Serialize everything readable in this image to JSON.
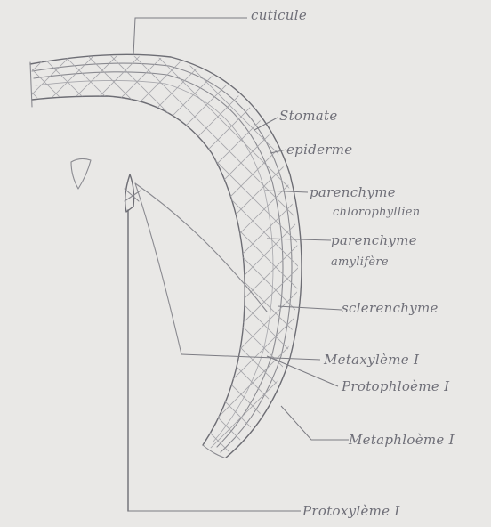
{
  "labels": {
    "cuticle": "cuticule",
    "stomate": "Stomate",
    "epidermis": "epiderme",
    "chloro_parenchyma_1": "parenchyme",
    "chloro_parenchyma_2": "chlorophyllien",
    "storage_parenchyma_1": "parenchyme",
    "storage_parenchyma_2": "amylifère",
    "sclerenchyma": "sclerenchyme",
    "metaxylem": "Metaxylème I",
    "protophloem": "Protophloème I",
    "metaphloem": "Metaphloème I",
    "protoxylem": "Protoxylème I"
  }
}
